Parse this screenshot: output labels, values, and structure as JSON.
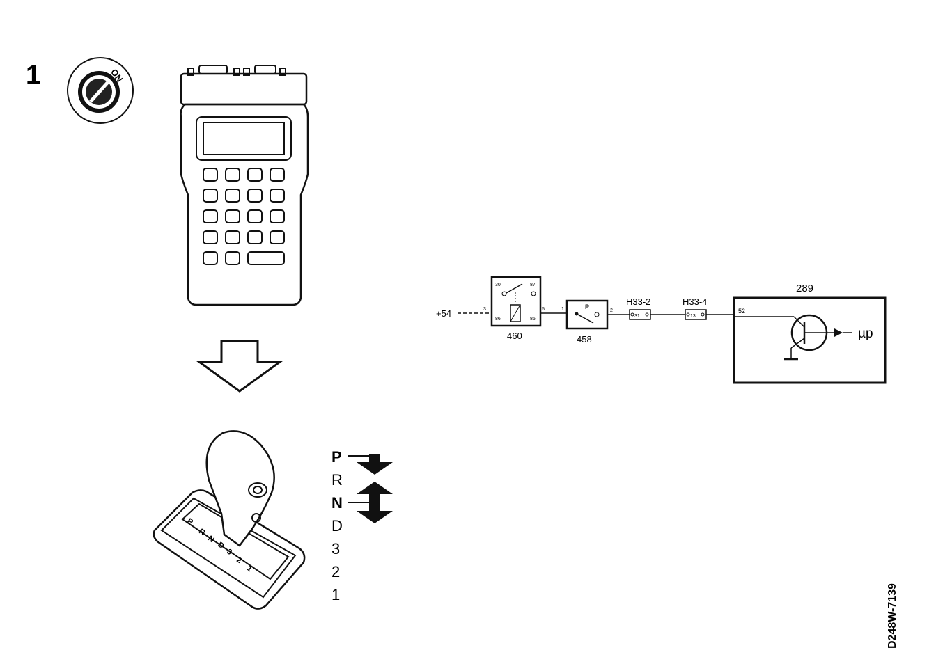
{
  "step_number": "1",
  "ignition": {
    "label": "ON"
  },
  "gear_selector": {
    "positions": [
      "P",
      "R",
      "N",
      "D",
      "3",
      "2",
      "1"
    ],
    "gate_labels": [
      "P",
      "R",
      "N",
      "D",
      "3",
      "2",
      "1"
    ]
  },
  "circuit": {
    "supply_label": "+54",
    "relay": {
      "id": "460",
      "pins": {
        "p30": "30",
        "p87": "87",
        "p86": "86",
        "p85": "85",
        "left": "3",
        "right": "5"
      }
    },
    "switch": {
      "id": "458",
      "contact": "P",
      "pin_in": "1",
      "pin_out": "2"
    },
    "connector_1": {
      "id": "H33-2",
      "pin": "31"
    },
    "connector_2": {
      "id": "H33-4",
      "pin": "13"
    },
    "module": {
      "id": "289",
      "pin": "52",
      "input_label": "µp"
    }
  },
  "figure_code": "D248W-7139"
}
